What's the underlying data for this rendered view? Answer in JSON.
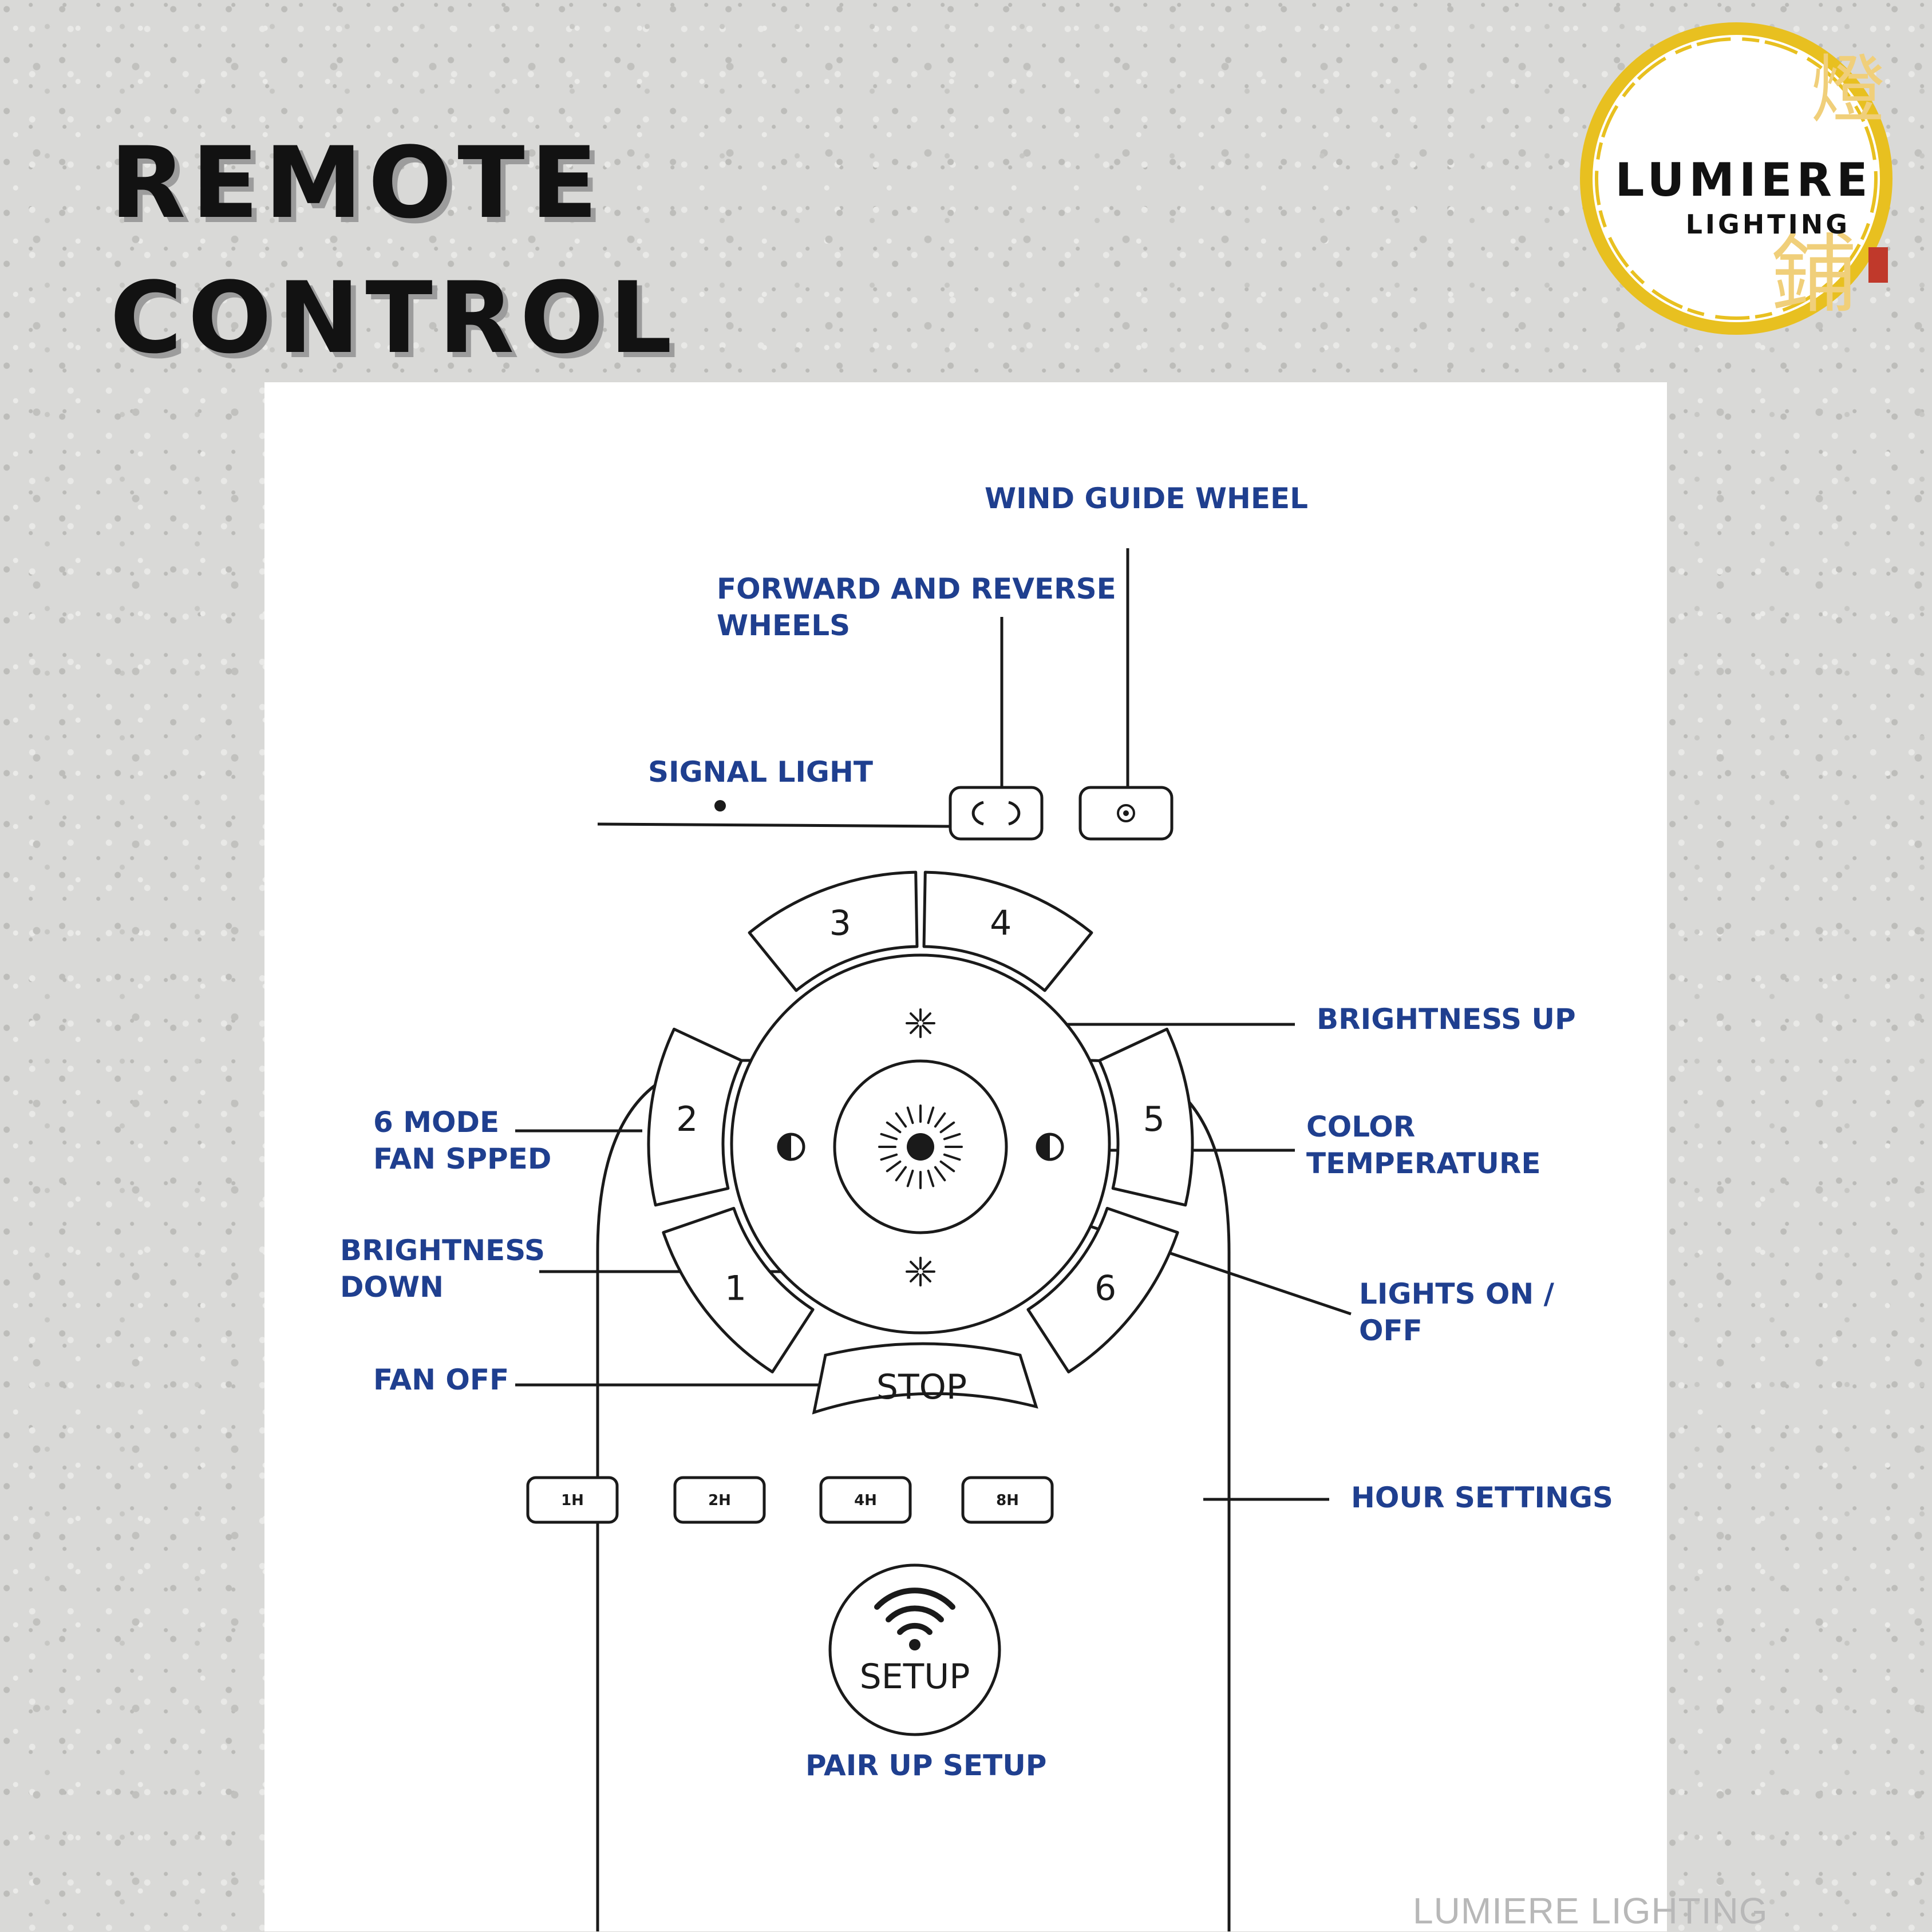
{
  "title": {
    "line1": "REMOTE",
    "line2": "CONTROL"
  },
  "logo": {
    "name": "LUMIERE",
    "sub": "LIGHTING",
    "ring_color": "#e8c020",
    "glyph_color": "#f0cf7a",
    "seal_color": "#c0392b"
  },
  "labels": {
    "wind_guide": "WIND GUIDE WHEEL",
    "forward_reverse_1": "FORWARD AND REVERSE",
    "forward_reverse_2": "WHEELS",
    "signal_light": "SIGNAL LIGHT",
    "brightness_up": "BRIGHTNESS UP",
    "color_temp_1": "COLOR",
    "color_temp_2": "TEMPERATURE",
    "fan_speed_1": "6 MODE",
    "fan_speed_2": "FAN SPPED",
    "brightness_down_1": "BRIGHTNESS",
    "brightness_down_2": "DOWN",
    "lights_1": "LIGHTS ON /",
    "lights_2": "OFF",
    "fan_off": "FAN OFF",
    "hour_settings": "HOUR SETTINGS",
    "pair_up": "PAIR UP SETUP"
  },
  "remote": {
    "speed_buttons": [
      "1",
      "2",
      "3",
      "4",
      "5",
      "6"
    ],
    "stop_label": "STOP",
    "timer_buttons": [
      "1H",
      "2H",
      "4H",
      "8H"
    ],
    "setup_label": "SETUP"
  },
  "accent_color": "#1f3f8f",
  "watermark": "LUMIERE LIGHTING"
}
